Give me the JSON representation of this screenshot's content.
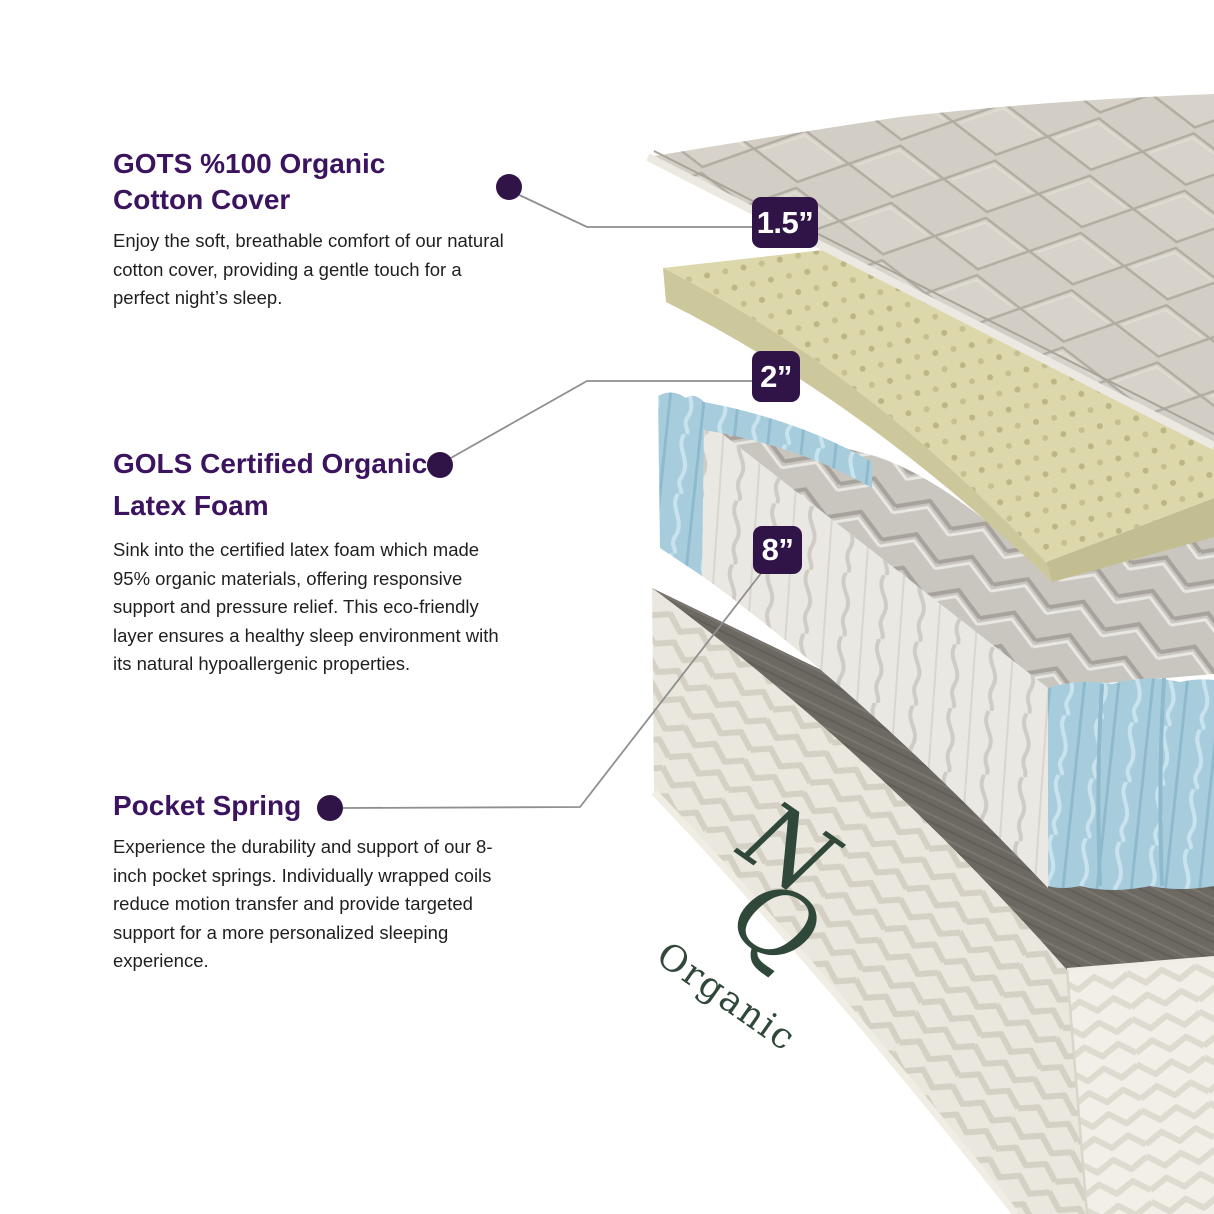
{
  "sections": {
    "cotton": {
      "title_line1": "GOTS %100 Organic",
      "title_line2": "Cotton Cover",
      "body": "Enjoy the soft, breathable comfort of our natural cotton cover, providing a gentle touch for a perfect night’s sleep.",
      "measurement": "1.5”"
    },
    "latex": {
      "title_line1": "GOLS Certified Organic",
      "title_line2": "Latex Foam",
      "body": "Sink into the certified latex foam which made 95% organic materials, offering responsive support and pressure relief. This eco-friendly layer ensures a healthy sleep environment with its natural hypoallergenic properties.",
      "measurement": "2”"
    },
    "spring": {
      "title_line1": "Pocket Spring",
      "title_line2": "",
      "body": "Experience the durability and support of our 8-inch pocket springs. Individually wrapped coils reduce motion transfer and provide targeted support for a more personalized sleeping experience.",
      "measurement": "8”"
    }
  },
  "logo": {
    "letter_n": "N",
    "letter_q": "Q",
    "wordmark": "Organic"
  },
  "colors": {
    "badge_purple": "#311447",
    "title_purple": "#3c135e",
    "connector_gray": "#8f8f8f",
    "logo_green": "#30483a",
    "cover_fabric": "#d2cec5",
    "latex_cream": "#ddd8ac",
    "spring_blue": "#a7cddd",
    "base_dark": "#6c6862"
  }
}
